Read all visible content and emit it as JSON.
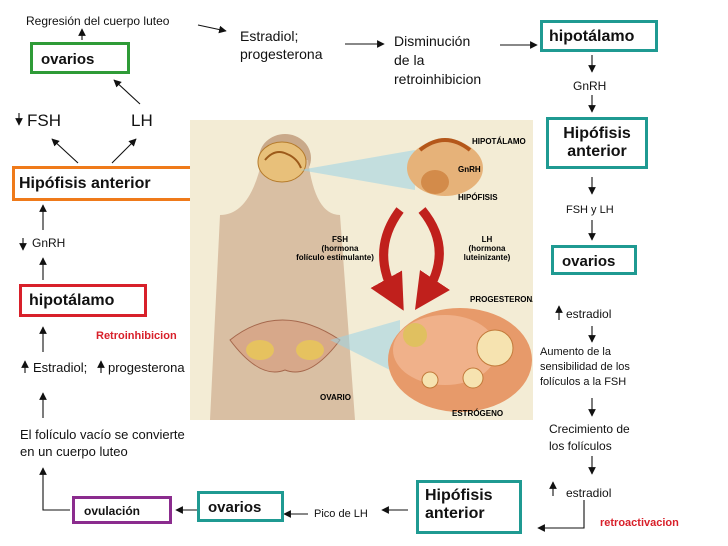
{
  "top": {
    "regresion": "Regresión del cuerpo luteo",
    "estradiol_line1": "Estradiol;",
    "estradiol_line2": "progesterona",
    "disminucion_lines": [
      "Disminución",
      "de la",
      "retroinhibicion"
    ]
  },
  "left": {
    "ovarios": "ovarios",
    "fsh": "FSH",
    "lh": "LH",
    "hipofisis": "Hipófisis anterior",
    "gnrh": "GnRH",
    "hipotalamo": "hipotálamo",
    "retroinhibicion": "Retroinhibicion",
    "estradiol": "Estradiol;",
    "progesterona": "progesterona",
    "cuerpo_luteo_lines": [
      "El folículo vacío se convierte",
      "en un cuerpo luteo"
    ]
  },
  "right": {
    "hipotalamo": "hipotálamo",
    "gnrh": "GnRH",
    "hipofisis_lines": [
      "Hipófisis",
      "anterior"
    ],
    "fsh_lh": "FSH y LH",
    "ovarios": "ovarios",
    "estradiol": "estradiol",
    "aumento_lines": [
      "Aumento de la",
      "sensibilidad de los",
      "folículos a la FSH"
    ],
    "crecimiento_lines": [
      "Crecimiento de",
      "los folículos"
    ],
    "estradiol2": "estradiol",
    "retroactivacion": "retroactivacion"
  },
  "bottom": {
    "hipofisis_lines": [
      "Hipófisis",
      "anterior"
    ],
    "pico_lh": "Pico de LH",
    "ovarios": "ovarios",
    "ovulacion": "ovulación"
  },
  "illustration": {
    "hipotalamo": "HIPOTÁLAMO",
    "gnrh": "GnRH",
    "hipofisis": "HIPÓFISIS",
    "fsh_lines": [
      "FSH",
      "(hormona",
      "folículo estimulante)"
    ],
    "lh_lines": [
      "LH",
      "(hormona",
      "luteinizante)"
    ],
    "progesterona": "PROGESTERONA",
    "ovario": "OVARIO",
    "estrogeno": "ESTRÓGENO"
  },
  "colors": {
    "green": "#2f9b37",
    "teal": "#1f9a92",
    "red": "#d8202a",
    "orange": "#ef7a1a",
    "purple": "#8b2c8e",
    "text_red": "#d8202a"
  }
}
